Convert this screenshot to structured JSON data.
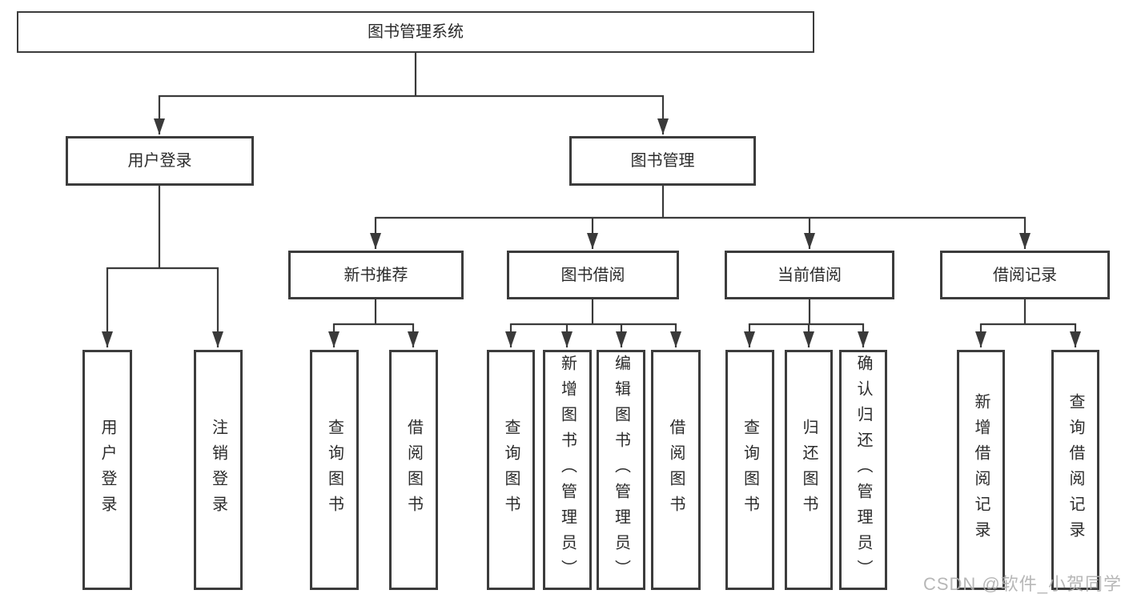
{
  "nodes": {
    "root": "图书管理系统",
    "level2": [
      "用户登录",
      "图书管理"
    ],
    "level3": [
      "新书推荐",
      "图书借阅",
      "当前借阅",
      "借阅记录"
    ],
    "leaves_user_login": [
      "用户登录",
      "注销登录"
    ],
    "leaves_new_book": [
      "查询图书",
      "借阅图书"
    ],
    "leaves_book_borrow": [
      "查询图书",
      "新增图书（管理员）",
      "编辑图书（管理员）",
      "借阅图书"
    ],
    "leaves_current_borrow": [
      "查询图书",
      "归还图书",
      "确认归还（管理员）"
    ],
    "leaves_borrow_record": [
      "新增借阅记录",
      "查询借阅记录"
    ]
  },
  "hierarchy": [
    {
      "parent": "图书管理系统",
      "children": [
        "用户登录",
        "图书管理"
      ]
    },
    {
      "parent": "用户登录",
      "children": [
        "用户登录",
        "注销登录"
      ]
    },
    {
      "parent": "图书管理",
      "children": [
        "新书推荐",
        "图书借阅",
        "当前借阅",
        "借阅记录"
      ]
    },
    {
      "parent": "新书推荐",
      "children": [
        "查询图书",
        "借阅图书"
      ]
    },
    {
      "parent": "图书借阅",
      "children": [
        "查询图书",
        "新增图书（管理员）",
        "编辑图书（管理员）",
        "借阅图书"
      ]
    },
    {
      "parent": "当前借阅",
      "children": [
        "查询图书",
        "归还图书",
        "确认归还（管理员）"
      ]
    },
    {
      "parent": "借阅记录",
      "children": [
        "新增借阅记录",
        "查询借阅记录"
      ]
    }
  ],
  "watermark": "CSDN @软件_小贺同学",
  "colors": {
    "background": "#ffffff",
    "line": "#3a3a3a",
    "box_border": "#3c3c3c",
    "text": "#2b2b2b",
    "watermark": "#b0b0b0"
  }
}
